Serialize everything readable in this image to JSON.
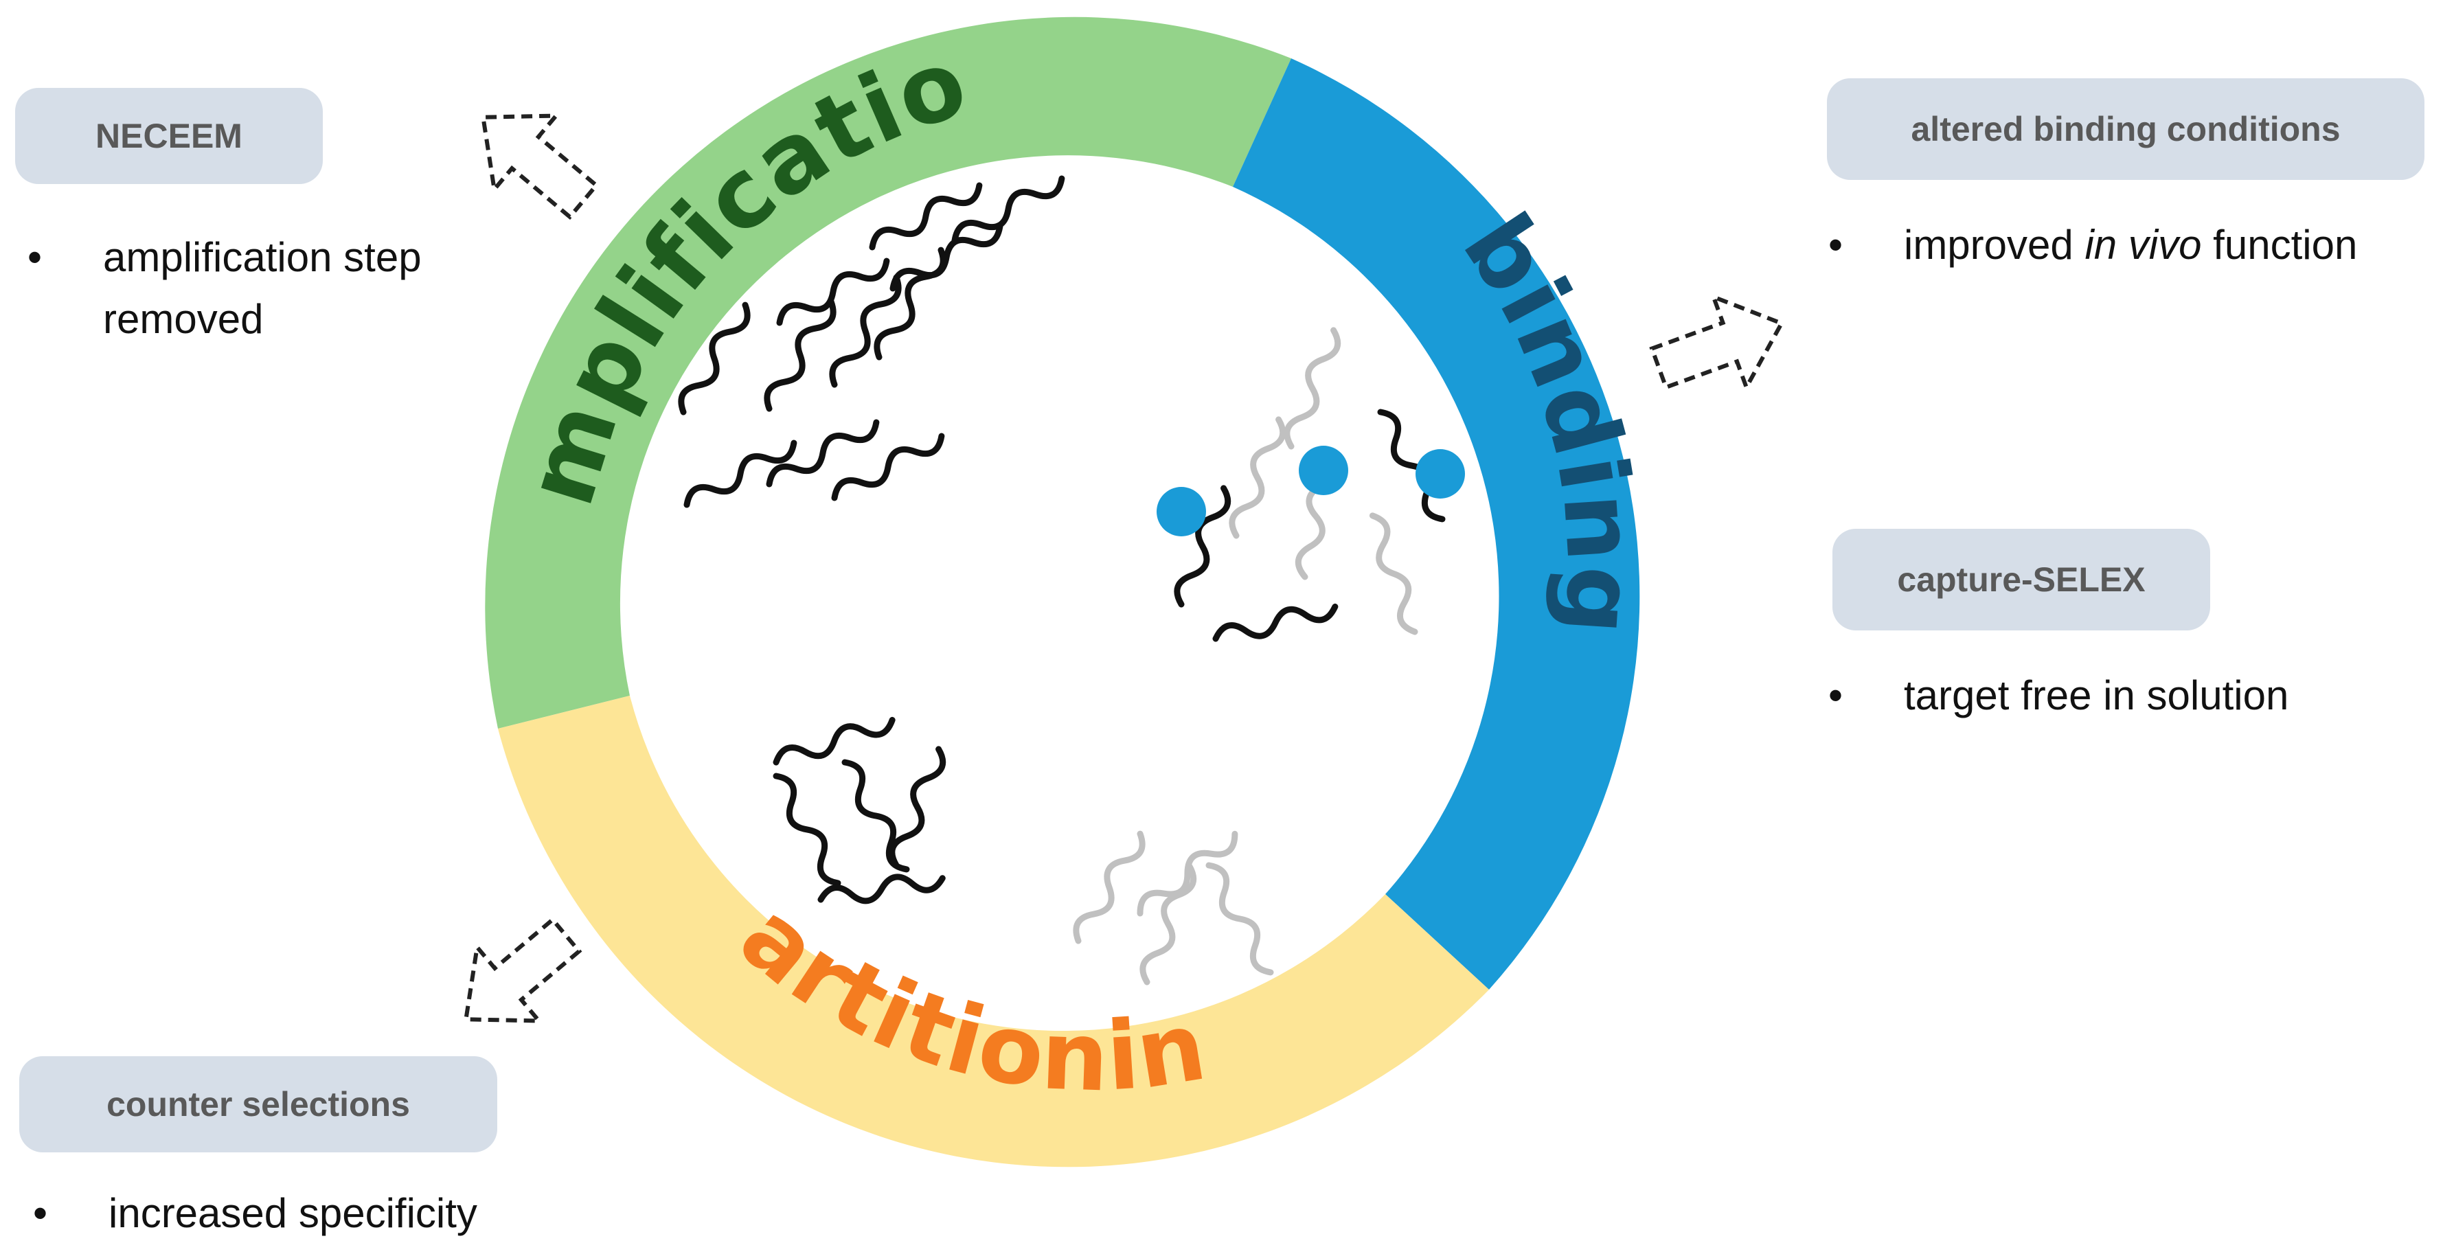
{
  "cycle": {
    "stages": [
      {
        "label": "amplification",
        "ring_color": "#94d38a",
        "text_color": "#1e5c1e"
      },
      {
        "label": "binding",
        "ring_color": "#1a9bd7",
        "text_color": "#134f73"
      },
      {
        "label": "partitioning",
        "ring_color": "#fde596",
        "text_color": "#f47c20"
      }
    ],
    "target_color": "#1a9bd7",
    "strand_colors": {
      "selected": "#111111",
      "unbound": "#c0c0c0"
    }
  },
  "modifications": {
    "neceem": {
      "title": "NECEEM",
      "bullet_lines": [
        "amplification step",
        "removed"
      ]
    },
    "altered": {
      "title": "altered binding conditions",
      "bullet_prefix": "improved ",
      "bullet_italic": "in vivo",
      "bullet_suffix": " function"
    },
    "capture": {
      "title": "capture-SELEX",
      "bullet": "target free in solution"
    },
    "counter": {
      "title": "counter selections",
      "bullet": "increased specificity"
    }
  },
  "bullet_glyph": "•"
}
